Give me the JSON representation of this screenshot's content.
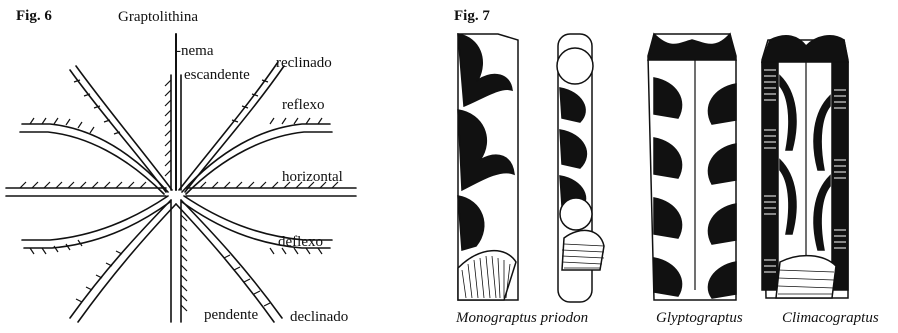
{
  "fig6": {
    "label": "Fig. 6",
    "title": "Graptolithina",
    "orientations": {
      "nema": "-nema",
      "escandente": "escandente",
      "reclinado": "reclinado",
      "reflexo": "reflexo",
      "horizontal": "horizontal",
      "deflexo": "deflexo",
      "pendente": "pendente",
      "declinado": "declinado"
    }
  },
  "fig7": {
    "label": "Fig. 7",
    "captions": {
      "monograptus": "Monograptus priodon",
      "glyptograptus": "Glyptograptus",
      "climacograptus": "Climacograptus"
    }
  },
  "colors": {
    "ink": "#111111",
    "paper": "#ffffff",
    "shade": "#d9d9d9"
  }
}
